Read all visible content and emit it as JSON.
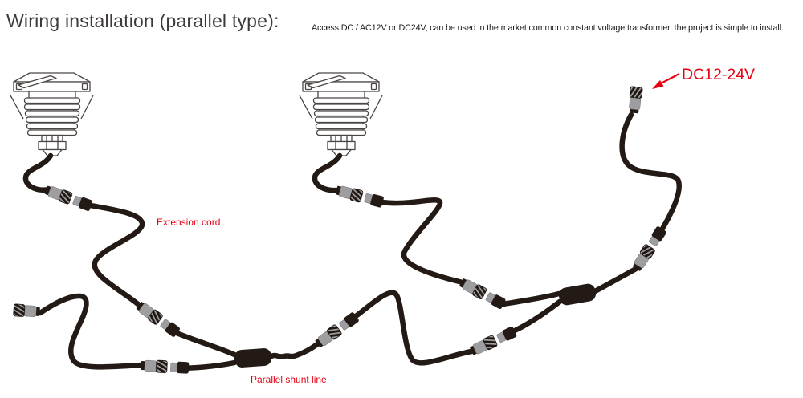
{
  "header": {
    "title": "Wiring installation (parallel type):",
    "subtitle": "Access DC / AC12V or DC24V, can be used in the market common constant voltage transformer, the project is simple to install."
  },
  "labels": {
    "extension_cord": "Extension cord",
    "parallel_shunt_line": "Parallel shunt line",
    "dc_voltage": "DC12-24V"
  },
  "colors": {
    "label_red": "#e60012",
    "wire_black": "#231a15",
    "connector_gray": "#9e9ea0",
    "outline_gray": "#4a4644",
    "title_color": "#3e3a39"
  },
  "diagram": {
    "type": "parallel-wiring-diagram",
    "fixtures": [
      {
        "name": "inground-light-1"
      },
      {
        "name": "inground-light-2"
      }
    ],
    "splitters": [
      {
        "name": "parallel-shunt-splitter-left"
      },
      {
        "name": "parallel-shunt-splitter-right"
      }
    ],
    "connector_pairs": 8,
    "end_cap": "sealed-end-connector",
    "power_input": "dc-power-input-connector",
    "icons": {
      "dc_arrow": "red-arrow-pointing-to-dc-input"
    }
  }
}
